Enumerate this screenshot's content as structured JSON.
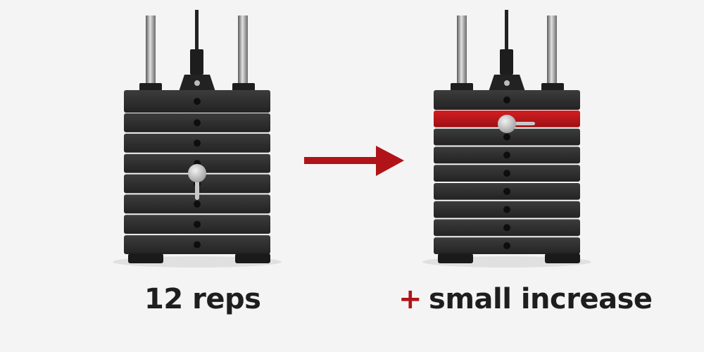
{
  "left_stack": {
    "caption": "12 reps",
    "plate_count": 8,
    "pin_plate": 4
  },
  "right_stack": {
    "caption_symbol": "+",
    "caption": "small increase",
    "plate_count": 9,
    "pin_plate": 2,
    "added_plate": 2
  },
  "colors": {
    "background": "#f4f4f4",
    "plate": "#2b2b2b",
    "plate_highlight": "#3a3a3a",
    "added_plate": "#c0161b",
    "arrow": "#b01418",
    "rod": "#9a9a9a",
    "pin": "#cfcfcf",
    "caption_text": "#1e1e1e"
  },
  "icons": {
    "arrow": "arrow-right-icon",
    "pin": "weight-pin-icon"
  }
}
